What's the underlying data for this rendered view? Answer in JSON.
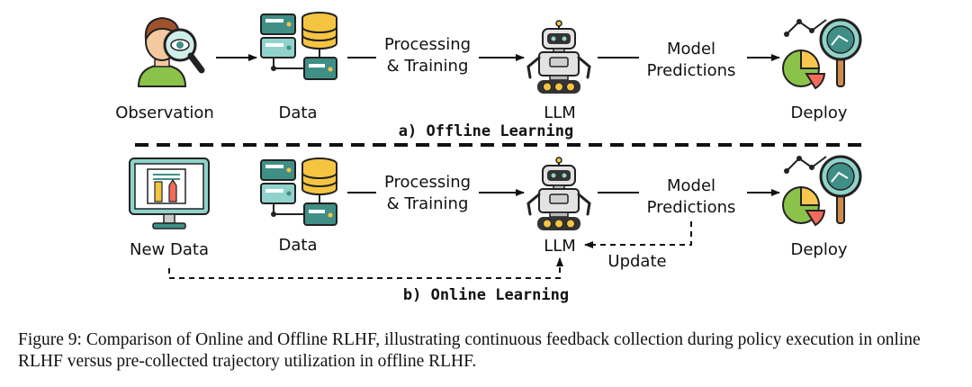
{
  "offline": {
    "observation_label": "Observation",
    "data_label": "Data",
    "processing_line1": "Processing",
    "processing_line2": "& Training",
    "llm_label": "LLM",
    "predictions_line1": "Model",
    "predictions_line2": "Predictions",
    "deploy_label": "Deploy",
    "section_title": "a) Offline Learning"
  },
  "online": {
    "new_data_label": "New Data",
    "data_label": "Data",
    "processing_line1": "Processing",
    "processing_line2": "& Training",
    "llm_label": "LLM",
    "predictions_line1": "Model",
    "predictions_line2": "Predictions",
    "update_label": "Update",
    "deploy_label": "Deploy",
    "section_title": "b) Online Learning"
  },
  "caption": "Figure 9: Comparison of Online and Offline RLHF, illustrating continuous feedback collection during policy execution in online RLHF versus pre-collected trajectory utilization in offline RLHF.",
  "colors": {
    "teal": "#3f8f86",
    "teal_light": "#8fd3cb",
    "gold": "#f5c542",
    "dark": "#2c2c2c",
    "robot_body": "#e3e3e3",
    "pie_green": "#8bc34a",
    "pie_yellow": "#f9c74f",
    "pie_red": "#f36b5b"
  }
}
